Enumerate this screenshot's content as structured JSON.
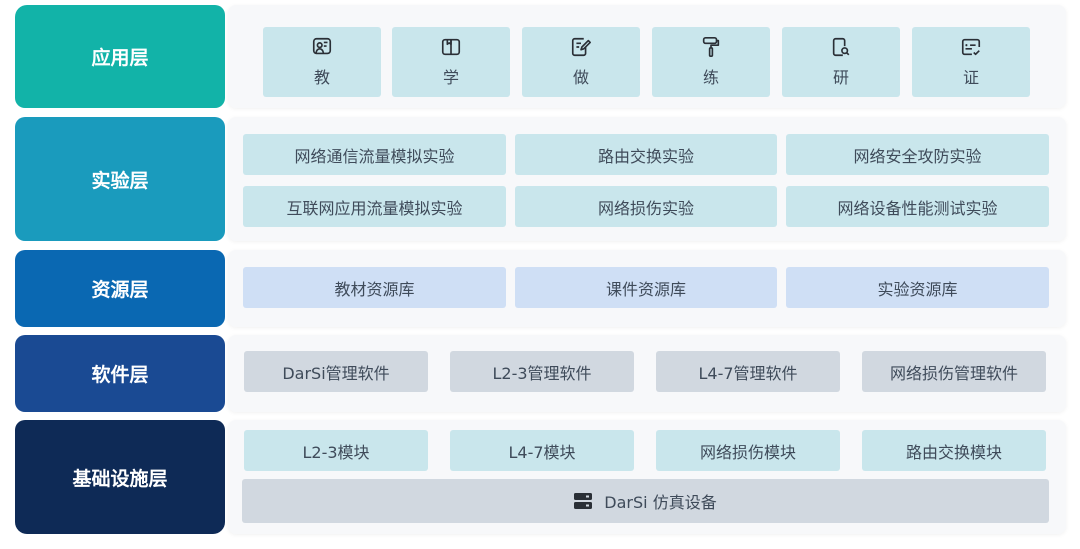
{
  "layers": {
    "application": "应用层",
    "experiment": "实验层",
    "resource": "资源层",
    "software": "软件层",
    "infrastructure": "基础设施层"
  },
  "application_items": [
    {
      "label": "教",
      "icon": "teach-icon"
    },
    {
      "label": "学",
      "icon": "book-icon"
    },
    {
      "label": "做",
      "icon": "edit-icon"
    },
    {
      "label": "练",
      "icon": "paint-roller-icon"
    },
    {
      "label": "研",
      "icon": "document-search-icon"
    },
    {
      "label": "证",
      "icon": "certificate-icon"
    }
  ],
  "experiment_items": [
    "网络通信流量模拟实验",
    "路由交换实验",
    "网络安全攻防实验",
    "互联网应用流量模拟实验",
    "网络损伤实验",
    "网络设备性能测试实验"
  ],
  "resource_items": [
    "教材资源库",
    "课件资源库",
    "实验资源库"
  ],
  "software_items": [
    "DarSi管理软件",
    "L2-3管理软件",
    "L4-7管理软件",
    "网络损伤管理软件"
  ],
  "infrastructure_items": [
    "L2-3模块",
    "L4-7模块",
    "网络损伤模块",
    "路由交换模块"
  ],
  "device": {
    "label": "DarSi 仿真设备",
    "icon": "server-icon"
  },
  "colors": {
    "application": "#12b3a8",
    "experiment": "#1a9bbd",
    "resource": "#0a68b2",
    "software": "#1a4a93",
    "infrastructure": "#0e2a56",
    "box_teal": "#c9e6ec",
    "box_blue": "#cfdff5",
    "box_grey": "#d1d8e0"
  }
}
